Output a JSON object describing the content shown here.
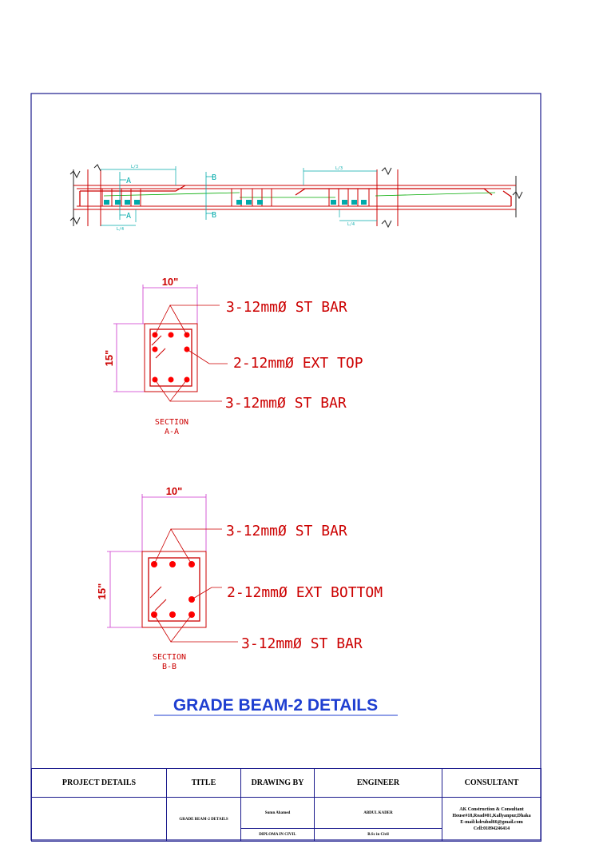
{
  "plan": {
    "section_a_mark": "A",
    "section_b_mark": "B",
    "dim_l3": "L/3",
    "dim_l4": "L/4"
  },
  "section_aa": {
    "width_label": "10\"",
    "height_label": "15\"",
    "top_bar_label": "3-12mmØ ST BAR",
    "extra_label": "2-12mmØ EXT TOP",
    "bottom_bar_label": "3-12mmØ ST BAR",
    "caption_line1": "SECTION",
    "caption_line2": "A-A"
  },
  "section_bb": {
    "width_label": "10\"",
    "height_label": "15\"",
    "top_bar_label": "3-12mmØ ST BAR",
    "extra_label": "2-12mmØ EXT BOTTOM",
    "bottom_bar_label": "3-12mmØ ST BAR",
    "caption_line1": "SECTION",
    "caption_line2": "B-B"
  },
  "main_title": "GRADE BEAM-2 DETAILS",
  "title_block": {
    "headers": {
      "project": "PROJECT DETAILS",
      "title": "TITLE",
      "drawing_by": "DRAWING BY",
      "engineer": "ENGINEER",
      "consultant": "CONSULTANT"
    },
    "title_value": "GRADE BEAM-2 DETAILS",
    "drawing_by_name": "Sumn Ahamed",
    "drawing_by_qual": "DIPLOMA IN CIVIL",
    "engineer_name": "ABDUL KADER",
    "engineer_qual": "B.Sc in Civil",
    "consultant_line1": "AK Construction & Consultant",
    "consultant_line2": "House#18,Road#01,Kallyanpur,Dhaka",
    "consultant_line3": "E-mail:kdruhul66@gmail.com",
    "consultant_line4": "Cell:01894246414"
  },
  "colors": {
    "frame": "#1a1a8c",
    "concrete": "#cc0000",
    "rebar": "#ff0000",
    "dimension": "#cc33cc",
    "stirrup_tag": "#00aaaa",
    "link_bar": "#00aa00",
    "title": "#1f3fd1"
  }
}
